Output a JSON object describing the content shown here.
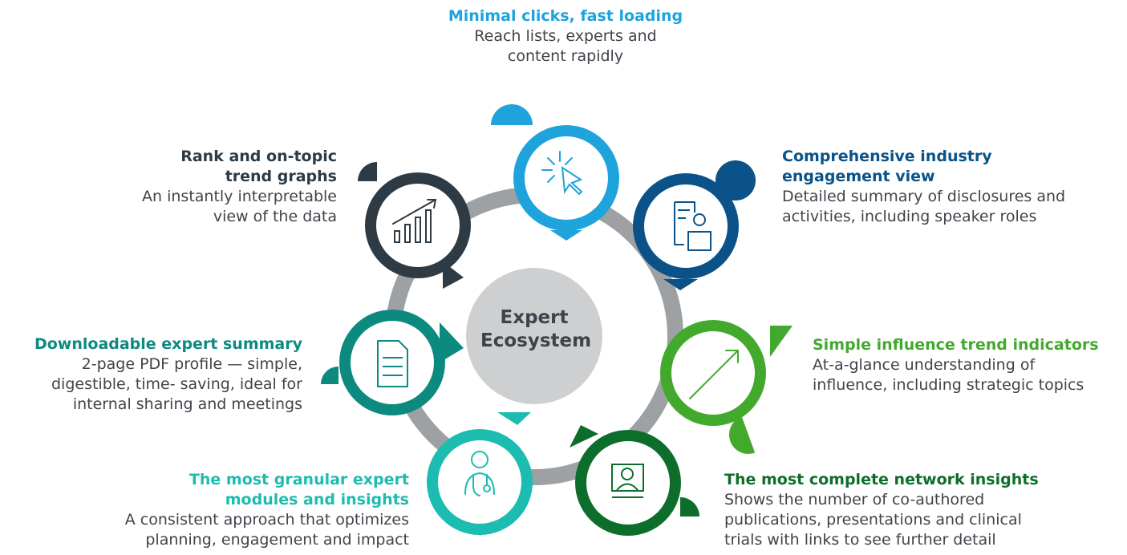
{
  "center": {
    "line1": "Expert",
    "line2": "Ecosystem"
  },
  "features": {
    "top": {
      "title": "Minimal clicks, fast loading",
      "desc1": "Reach lists, experts and",
      "desc2": "content rapidly",
      "color": "#1ea3dc",
      "icon": "cursor-click-icon"
    },
    "upper_right": {
      "title1": "Comprehensive industry",
      "title2": "engagement view",
      "desc1": "Detailed summary of disclosures and",
      "desc2": "activities, including speaker roles",
      "color": "#0a5287",
      "icon": "person-document-icon"
    },
    "right": {
      "title": "Simple influence trend indicators",
      "desc1": "At-a-glance understanding of",
      "desc2": "influence, including strategic topics",
      "color": "#43a92d",
      "icon": "trend-arrow-icon"
    },
    "lower_right": {
      "title": "The most complete network insights",
      "desc1": "Shows the number of co-authored",
      "desc2": "publications, presentations and clinical",
      "desc3": "trials with links to see further detail",
      "color": "#0d6e2c",
      "icon": "presenter-icon"
    },
    "lower_left": {
      "title1": "The most granular expert",
      "title2": "modules and insights",
      "desc1": "A consistent approach that optimizes",
      "desc2": "planning, engagement and impact",
      "color": "#1cbcb0",
      "icon": "doctor-icon"
    },
    "left": {
      "title": "Downloadable expert summary",
      "desc1": "2-page PDF profile — simple,",
      "desc2": "digestible, time- saving, ideal for",
      "desc3": "internal sharing and meetings",
      "color": "#0d8a80",
      "icon": "document-icon"
    },
    "upper_left": {
      "title1": "Rank and on-topic",
      "title2": "trend graphs",
      "desc1": "An instantly interpretable",
      "desc2": "view of the data",
      "color": "#2e3a44",
      "icon": "bar-chart-icon"
    }
  },
  "ring_color": "#9ea1a4",
  "center_fill": "#cdcfd1"
}
